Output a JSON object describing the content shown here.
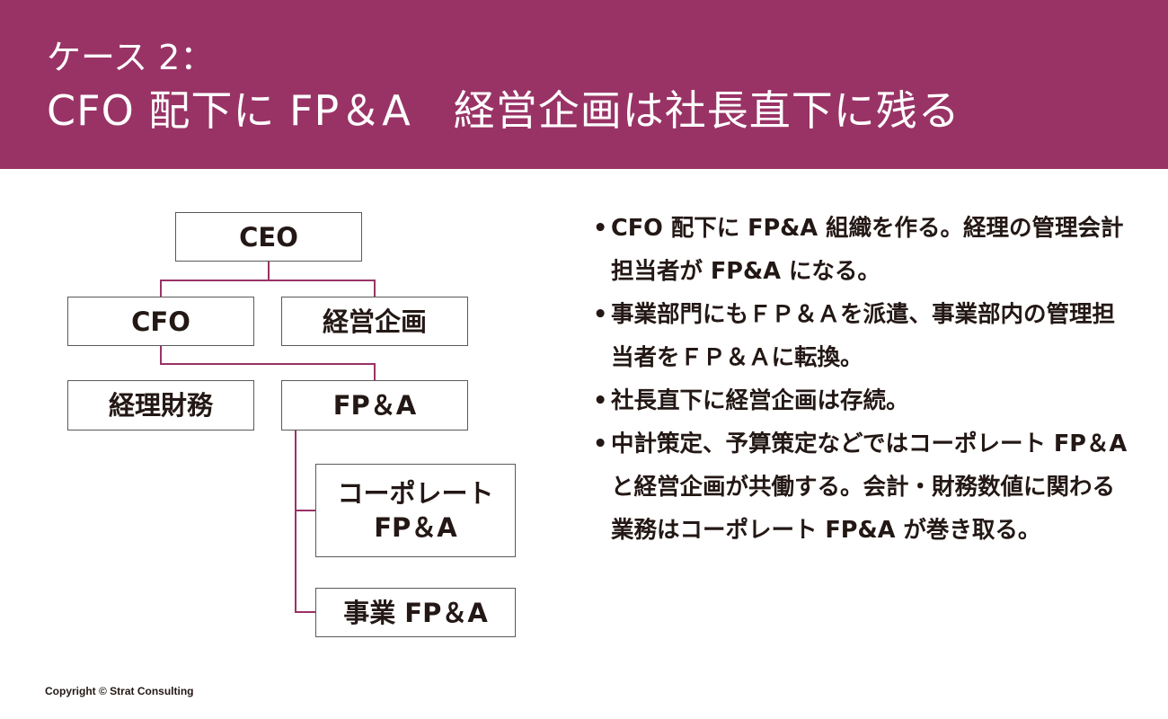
{
  "header": {
    "title_line1": "ケース 2：",
    "title_line2": "CFO 配下に FP＆A　経営企画は社長直下に残る",
    "background_color": "#993366"
  },
  "org_chart": {
    "connector_color": "#993366",
    "nodes": {
      "ceo": "CEO",
      "cfo": "CFO",
      "corporate_planning": "経営企画",
      "accounting_finance": "経理財務",
      "fpa": "FP＆A",
      "corporate_fpa_line1": "コーポレート",
      "corporate_fpa_line2": "FP＆A",
      "business_fpa": "事業 FP＆A"
    }
  },
  "bullets": {
    "marker": "•",
    "items": [
      "CFO 配下に FP&A 組織を作る。経理の管理会計担当者が FP&A になる。",
      "事業部門にもＦＰ＆Ａを派遣、事業部内の管理担当者をＦＰ＆Ａに転換。",
      "社長直下に経営企画は存続。",
      "中計策定、予算策定などではコーポレート FP＆A と経営企画が共働する。会計・財務数値に関わる業務はコーポレート FP&A が巻き取る。"
    ]
  },
  "footer": {
    "copyright": "Copyright © Strat Consulting"
  }
}
